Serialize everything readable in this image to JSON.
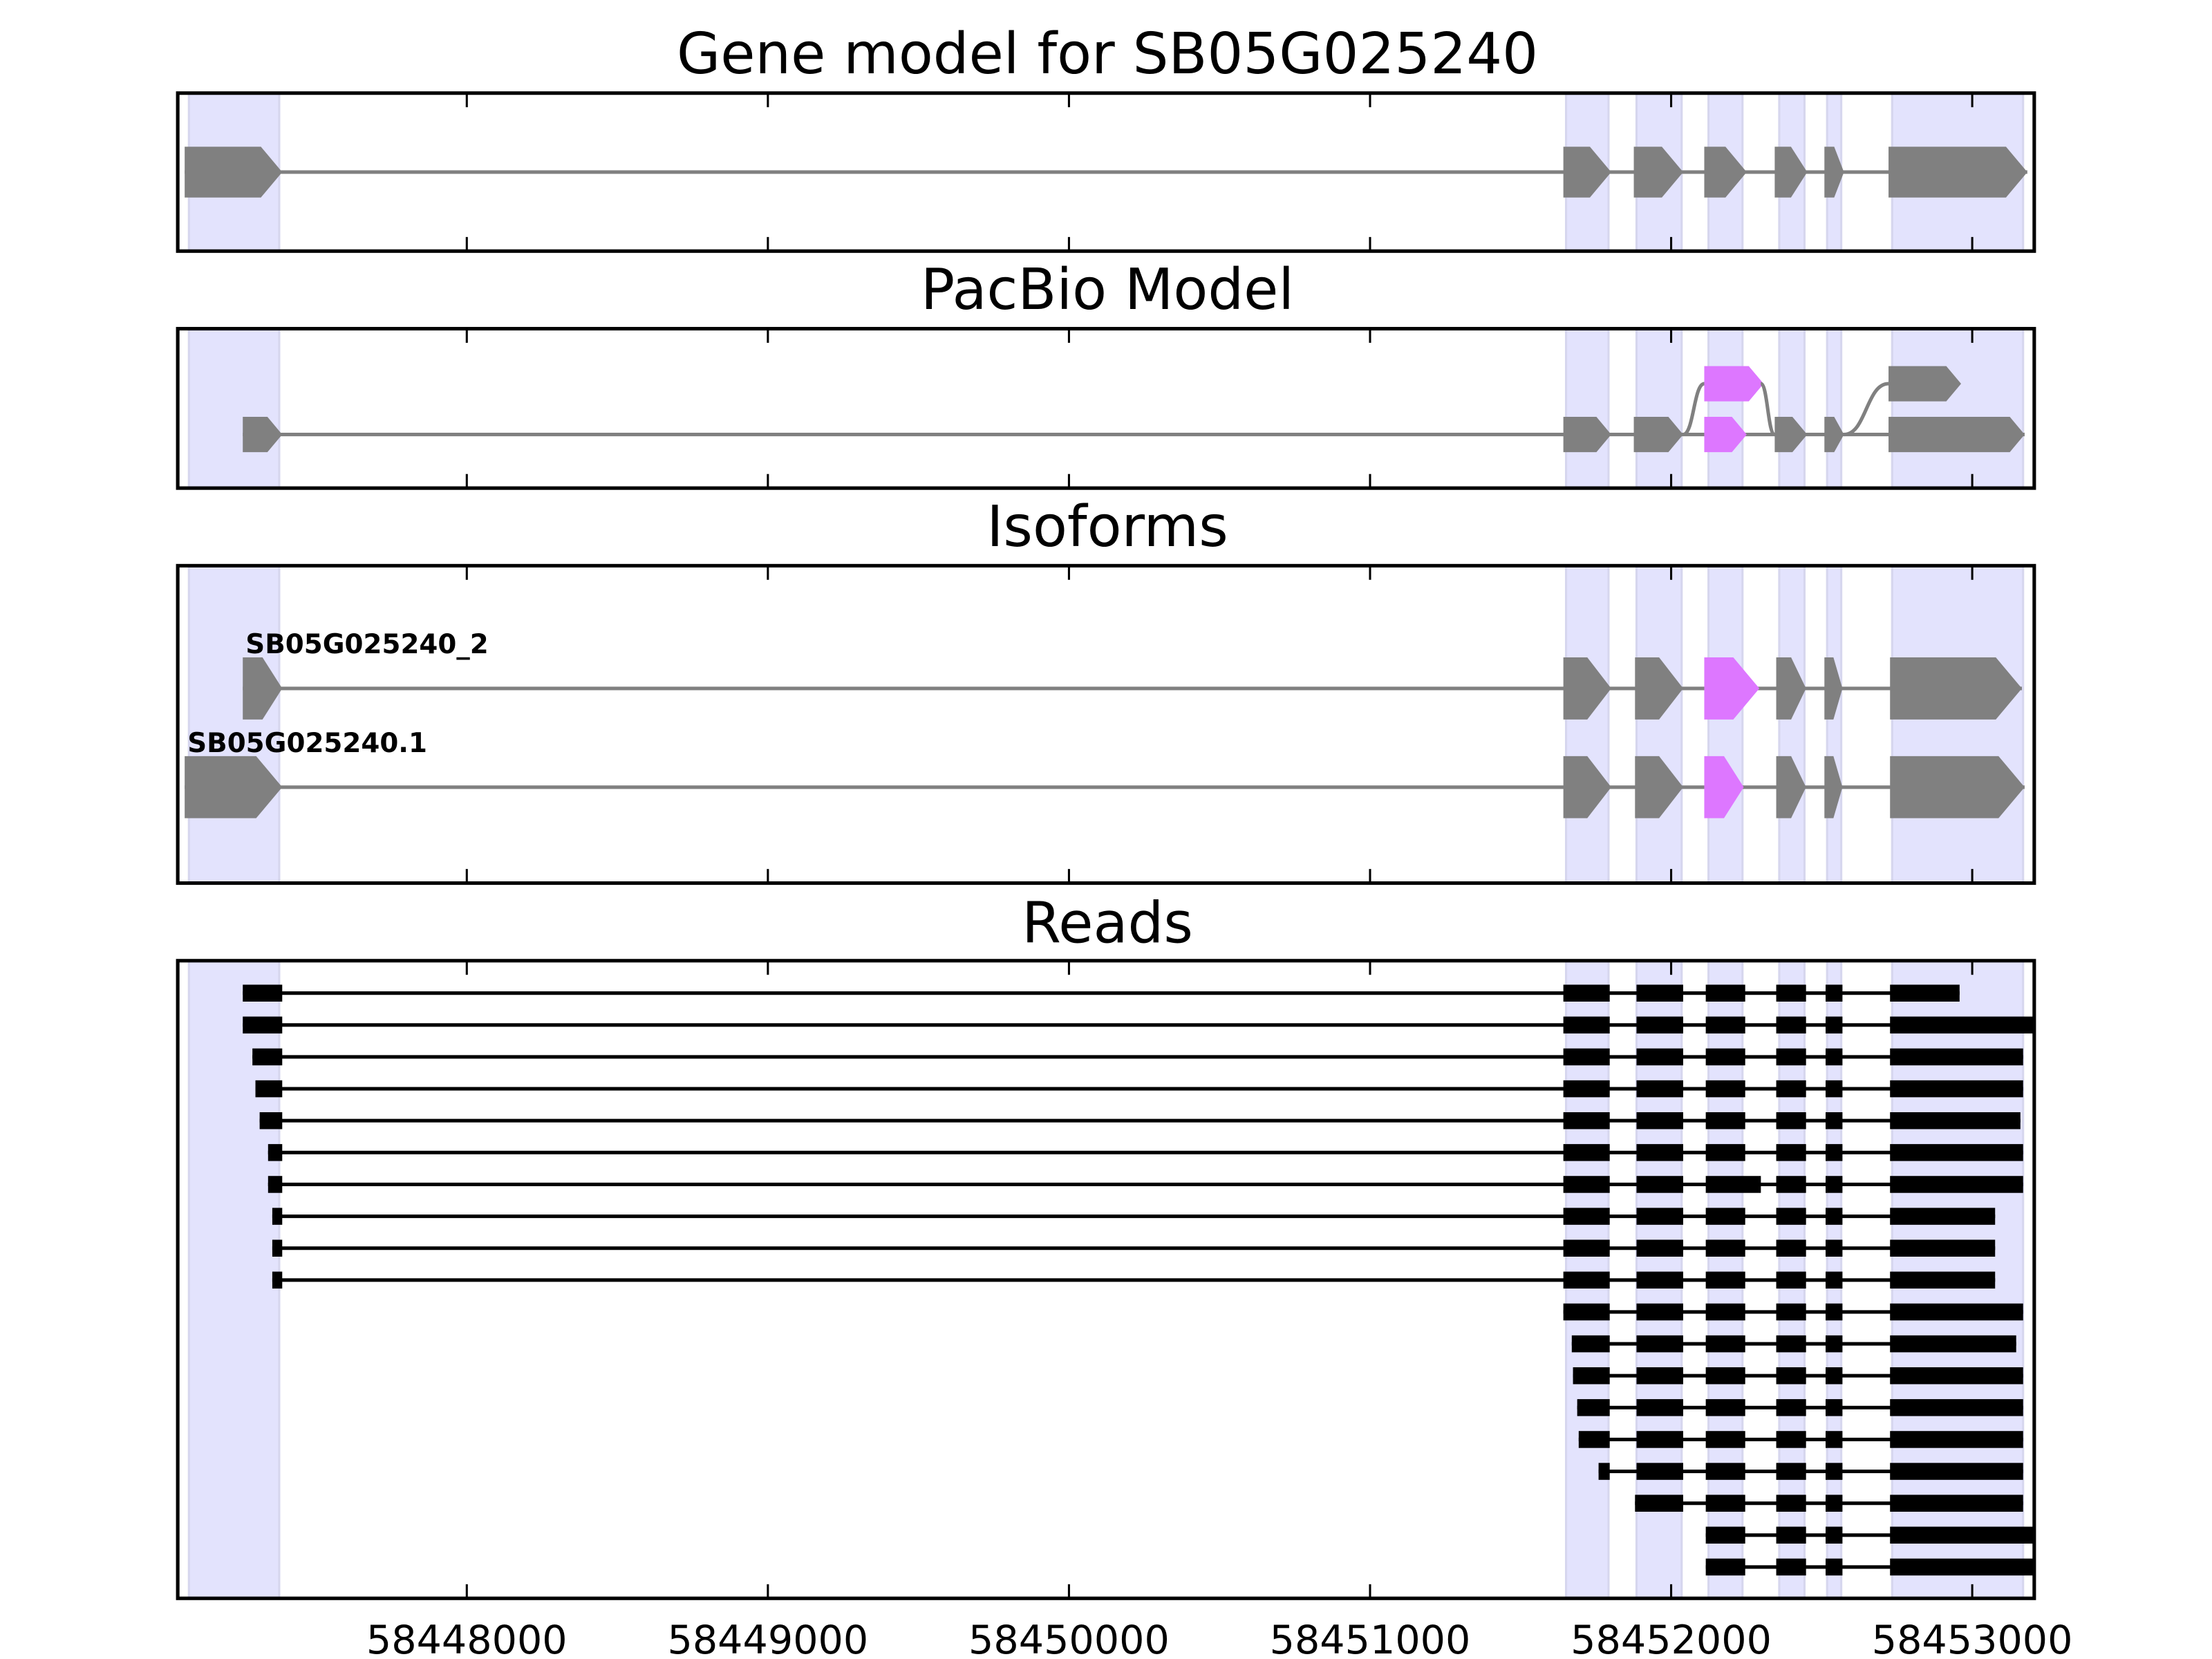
{
  "chart_data": {
    "type": "track",
    "xlim": [
      58447040,
      58453206
    ],
    "x_ticks": [
      58448000,
      58449000,
      58450000,
      58451000,
      58452000,
      58453000
    ],
    "x_tick_labels": [
      "58448000",
      "58449000",
      "58450000",
      "58451000",
      "58452000",
      "58453000"
    ],
    "colors": {
      "exon": "#808080",
      "alt_exon": "#dd77ff",
      "read": "#000000",
      "shade": "#e3e3fd",
      "shade_edge": "#d6d6ee"
    },
    "shaded_regions": [
      [
        58447077,
        58447377
      ],
      [
        58451651,
        58451792
      ],
      [
        58451885,
        58452035
      ],
      [
        58452124,
        58452237
      ],
      [
        58452359,
        58452443
      ],
      [
        58452518,
        58452565
      ],
      [
        58452734,
        58453169
      ]
    ],
    "panels": [
      {
        "title": "Gene model for SB05G025240",
        "kind": "gene",
        "rows": [
          {
            "exons": [
              [
                58447063,
                58447387
              ],
              [
                58451642,
                58451801
              ],
              [
                58451876,
                58452040
              ],
              [
                58452110,
                58452251
              ],
              [
                58452344,
                58452452
              ],
              [
                58452509,
                58452574
              ],
              [
                58452722,
                58453183
              ]
            ],
            "alt": []
          }
        ]
      },
      {
        "title": "PacBio Model",
        "kind": "pacbio",
        "rows": [
          {
            "exons": [
              [
                58447256,
                58447387
              ],
              [
                58451642,
                58451801
              ],
              [
                58451876,
                58452040
              ],
              [
                58452110,
                58452251
              ],
              [
                58452344,
                58452452
              ],
              [
                58452509,
                58452574
              ],
              [
                58452722,
                58453174
              ]
            ],
            "alt": [
              3
            ]
          },
          {
            "exons": [
              [
                58452110,
                58452307
              ],
              [
                58452722,
                58452963
              ]
            ],
            "alt": [
              0
            ]
          }
        ],
        "connections": [
          [
            58452040,
            58452110
          ],
          [
            58452307,
            58452344
          ],
          [
            58452574,
            58452722
          ]
        ]
      },
      {
        "title": "Isoforms",
        "kind": "isoforms",
        "rows": [
          {
            "label": "SB05G025240_2",
            "exons": [
              [
                58447256,
                58447387
              ],
              [
                58451642,
                58451801
              ],
              [
                58451880,
                58452040
              ],
              [
                58452110,
                58452293
              ],
              [
                58452349,
                58452448
              ],
              [
                58452509,
                58452569
              ],
              [
                58452727,
                58453165
              ]
            ],
            "alt": [
              3
            ]
          },
          {
            "label": "SB05G025240.1",
            "exons": [
              [
                58447063,
                58447387
              ],
              [
                58451642,
                58451801
              ],
              [
                58451880,
                58452040
              ],
              [
                58452110,
                58452241
              ],
              [
                58452349,
                58452448
              ],
              [
                58452509,
                58452569
              ],
              [
                58452727,
                58453174
              ]
            ],
            "alt": [
              3
            ]
          }
        ]
      },
      {
        "title": "Reads",
        "kind": "reads",
        "rows": [
          [
            [
              58447256,
              58447387
            ],
            [
              58451642,
              58451796
            ],
            [
              58451885,
              58452040
            ],
            [
              58452115,
              58452246
            ],
            [
              58452349,
              58452448
            ],
            [
              58452513,
              58452569
            ],
            [
              58452727,
              58452958
            ]
          ],
          [
            [
              58447256,
              58447387
            ],
            [
              58451642,
              58451796
            ],
            [
              58451885,
              58452040
            ],
            [
              58452115,
              58452246
            ],
            [
              58452349,
              58452448
            ],
            [
              58452513,
              58452569
            ],
            [
              58452727,
              58453206
            ]
          ],
          [
            [
              58447288,
              58447387
            ],
            [
              58451642,
              58451796
            ],
            [
              58451885,
              58452040
            ],
            [
              58452115,
              58452246
            ],
            [
              58452349,
              58452448
            ],
            [
              58452513,
              58452569
            ],
            [
              58452727,
              58453169
            ]
          ],
          [
            [
              58447298,
              58447387
            ],
            [
              58451642,
              58451796
            ],
            [
              58451885,
              58452040
            ],
            [
              58452115,
              58452246
            ],
            [
              58452349,
              58452448
            ],
            [
              58452513,
              58452569
            ],
            [
              58452727,
              58453169
            ]
          ],
          [
            [
              58447312,
              58447387
            ],
            [
              58451642,
              58451796
            ],
            [
              58451885,
              58452040
            ],
            [
              58452115,
              58452246
            ],
            [
              58452349,
              58452448
            ],
            [
              58452513,
              58452569
            ],
            [
              58452727,
              58453160
            ]
          ],
          [
            [
              58447340,
              58447387
            ],
            [
              58451642,
              58451796
            ],
            [
              58451885,
              58452040
            ],
            [
              58452115,
              58452246
            ],
            [
              58452349,
              58452448
            ],
            [
              58452513,
              58452569
            ],
            [
              58452727,
              58453169
            ]
          ],
          [
            [
              58447340,
              58447387
            ],
            [
              58451642,
              58451796
            ],
            [
              58451885,
              58452040
            ],
            [
              58452115,
              58452298
            ],
            [
              58452349,
              58452448
            ],
            [
              58452513,
              58452569
            ],
            [
              58452727,
              58453169
            ]
          ],
          [
            [
              58447354,
              58447387
            ],
            [
              58451642,
              58451796
            ],
            [
              58451885,
              58452040
            ],
            [
              58452115,
              58452246
            ],
            [
              58452349,
              58452448
            ],
            [
              58452513,
              58452569
            ],
            [
              58452727,
              58453076
            ]
          ],
          [
            [
              58447354,
              58447387
            ],
            [
              58451642,
              58451796
            ],
            [
              58451885,
              58452040
            ],
            [
              58452115,
              58452246
            ],
            [
              58452349,
              58452448
            ],
            [
              58452513,
              58452569
            ],
            [
              58452727,
              58453076
            ]
          ],
          [
            [
              58447354,
              58447387
            ],
            [
              58451642,
              58451796
            ],
            [
              58451885,
              58452040
            ],
            [
              58452115,
              58452246
            ],
            [
              58452349,
              58452448
            ],
            [
              58452513,
              58452569
            ],
            [
              58452727,
              58453076
            ]
          ],
          [
            [
              58451642,
              58451796
            ],
            [
              58451885,
              58452040
            ],
            [
              58452115,
              58452246
            ],
            [
              58452349,
              58452448
            ],
            [
              58452513,
              58452569
            ],
            [
              58452727,
              58453169
            ]
          ],
          [
            [
              58451670,
              58451796
            ],
            [
              58451885,
              58452040
            ],
            [
              58452115,
              58452246
            ],
            [
              58452349,
              58452448
            ],
            [
              58452513,
              58452569
            ],
            [
              58452727,
              58453146
            ]
          ],
          [
            [
              58451674,
              58451796
            ],
            [
              58451885,
              58452040
            ],
            [
              58452115,
              58452246
            ],
            [
              58452349,
              58452448
            ],
            [
              58452513,
              58452569
            ],
            [
              58452727,
              58453169
            ]
          ],
          [
            [
              58451688,
              58451796
            ],
            [
              58451885,
              58452040
            ],
            [
              58452115,
              58452246
            ],
            [
              58452349,
              58452448
            ],
            [
              58452513,
              58452569
            ],
            [
              58452727,
              58453169
            ]
          ],
          [
            [
              58451693,
              58451796
            ],
            [
              58451885,
              58452040
            ],
            [
              58452115,
              58452246
            ],
            [
              58452349,
              58452448
            ],
            [
              58452513,
              58452569
            ],
            [
              58452727,
              58453169
            ]
          ],
          [
            [
              58451759,
              58451796
            ],
            [
              58451885,
              58452040
            ],
            [
              58452115,
              58452246
            ],
            [
              58452349,
              58452448
            ],
            [
              58452513,
              58452569
            ],
            [
              58452727,
              58453169
            ]
          ],
          [
            [
              58451880,
              58452040
            ],
            [
              58452115,
              58452246
            ],
            [
              58452349,
              58452448
            ],
            [
              58452513,
              58452569
            ],
            [
              58452727,
              58453169
            ]
          ],
          [
            [
              58452115,
              58452246
            ],
            [
              58452349,
              58452448
            ],
            [
              58452513,
              58452569
            ],
            [
              58452727,
              58453206
            ]
          ],
          [
            [
              58452115,
              58452246
            ],
            [
              58452349,
              58452448
            ],
            [
              58452513,
              58452569
            ],
            [
              58452727,
              58453206
            ]
          ]
        ]
      }
    ]
  }
}
